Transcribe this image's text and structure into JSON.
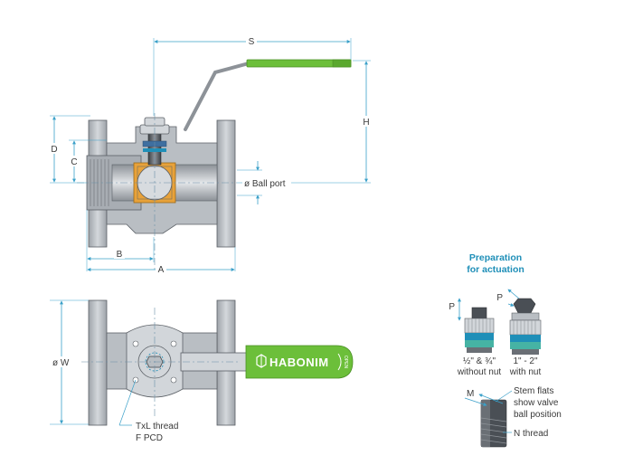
{
  "top_view": {
    "dim_s": "S",
    "dim_h": "H",
    "dim_d": "D",
    "dim_c": "C",
    "dim_b": "B",
    "dim_a": "A",
    "ball_port": "ø Ball port"
  },
  "bottom_view": {
    "dim_w": "ø W",
    "brand": "HABONIM",
    "handle_mark": "OPEN",
    "thread_line1": "TxL thread",
    "thread_line2": "F PCD"
  },
  "actuation": {
    "title_line1": "Preparation",
    "title_line2": "for actuation",
    "p_left": "P",
    "p_right": "P",
    "small_size": "½\" & ¾\"",
    "small_note": "without nut",
    "large_size": "1\" - 2\"",
    "large_note": "with nut",
    "m_label": "M",
    "stem_line1": "Stem flats",
    "stem_line2": "show valve",
    "stem_line3": "ball position",
    "n_thread": "N thread"
  },
  "colors": {
    "handle_green": "#6cbf3a",
    "accent_blue": "#1f8fb8",
    "ball_seat": "#e8a23a"
  }
}
